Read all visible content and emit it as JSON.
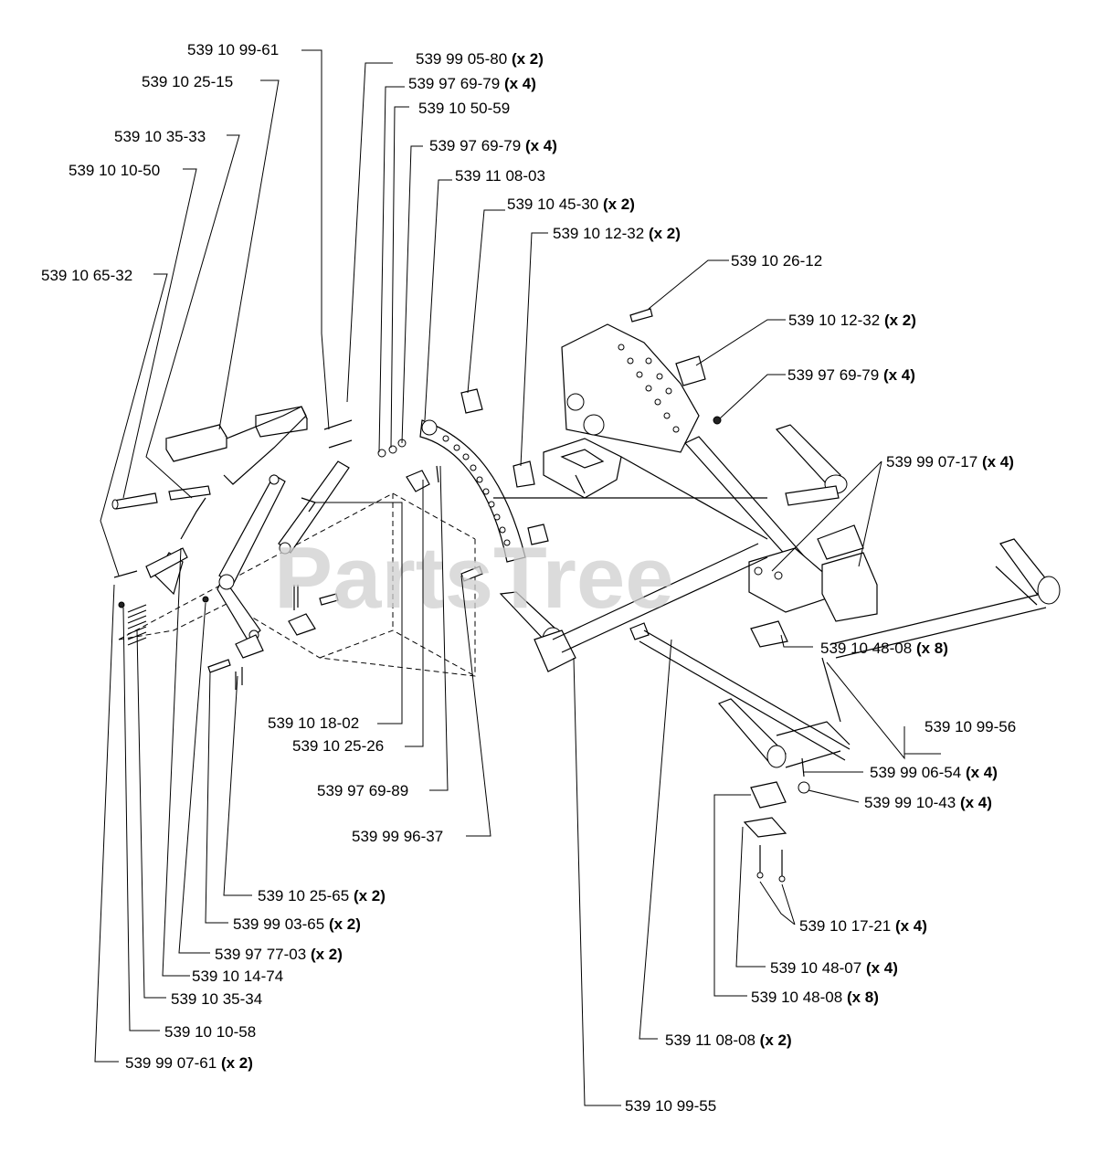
{
  "watermark": "PartsTree",
  "labels": [
    {
      "part": "539 10 99-61",
      "qty": ""
    },
    {
      "part": "539 99 05-80",
      "qty": "(x 2)"
    },
    {
      "part": "539 10 25-15",
      "qty": ""
    },
    {
      "part": "539 97 69-79",
      "qty": "(x 4)"
    },
    {
      "part": "539 10 50-59",
      "qty": ""
    },
    {
      "part": "539 10 35-33",
      "qty": ""
    },
    {
      "part": "539 97 69-79",
      "qty": "(x 4)"
    },
    {
      "part": "539 10 10-50",
      "qty": ""
    },
    {
      "part": "539 11 08-03",
      "qty": ""
    },
    {
      "part": "539 10 45-30",
      "qty": "(x 2)"
    },
    {
      "part": "539 10 12-32",
      "qty": "(x 2)"
    },
    {
      "part": "539 10 65-32",
      "qty": ""
    },
    {
      "part": "539 10 26-12",
      "qty": ""
    },
    {
      "part": "539 10 12-32",
      "qty": "(x 2)"
    },
    {
      "part": "539 97 69-79",
      "qty": "(x 4)"
    },
    {
      "part": "539 99 07-17",
      "qty": "(x 4)"
    },
    {
      "part": "539 10 48-08",
      "qty": "(x 8)"
    },
    {
      "part": "539 10 18-02",
      "qty": ""
    },
    {
      "part": "539 10 25-26",
      "qty": ""
    },
    {
      "part": "539 10 99-56",
      "qty": ""
    },
    {
      "part": "539 99 06-54",
      "qty": "(x 4)"
    },
    {
      "part": "539 97 69-89",
      "qty": ""
    },
    {
      "part": "539 99 10-43",
      "qty": "(x 4)"
    },
    {
      "part": "539 99 96-37",
      "qty": ""
    },
    {
      "part": "539 10 25-65",
      "qty": "(x 2)"
    },
    {
      "part": "539 99 03-65",
      "qty": "(x 2)"
    },
    {
      "part": "539 10 17-21",
      "qty": "(x 4)"
    },
    {
      "part": "539 97 77-03",
      "qty": "(x 2)"
    },
    {
      "part": "539 10 48-07",
      "qty": "(x 4)"
    },
    {
      "part": "539 10 14-74",
      "qty": ""
    },
    {
      "part": "539 10 48-08",
      "qty": "(x 8)"
    },
    {
      "part": "539 10 35-34",
      "qty": ""
    },
    {
      "part": "539 10 10-58",
      "qty": ""
    },
    {
      "part": "539 11 08-08",
      "qty": "(x 2)"
    },
    {
      "part": "539 99 07-61",
      "qty": "(x 2)"
    },
    {
      "part": "539 10 99-55",
      "qty": ""
    }
  ]
}
